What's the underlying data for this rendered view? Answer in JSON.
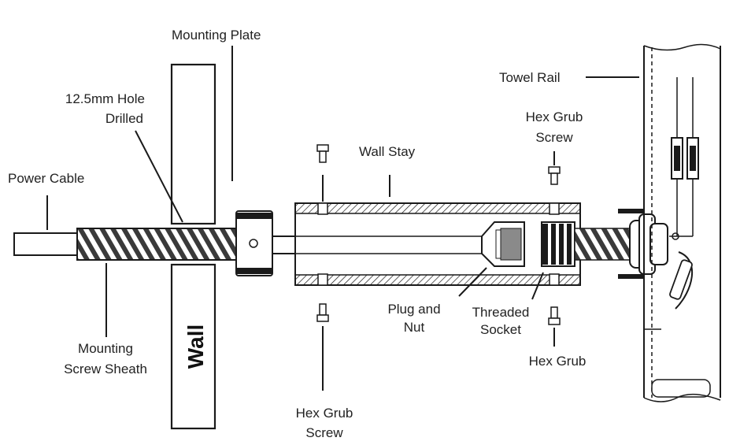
{
  "labels": {
    "mounting_plate": "Mounting Plate",
    "hole_line1": "12.5mm Hole",
    "hole_line2": "Drilled",
    "power_cable": "Power Cable",
    "mounting_sheath_line1": "Mounting",
    "mounting_sheath_line2": "Screw Sheath",
    "wall": "Wall",
    "wall_stay": "Wall Stay",
    "hex_grub_top_line1": "Hex Grub",
    "hex_grub_top_line2": "Screw",
    "towel_rail": "Towel Rail",
    "plug_line1": "Plug and",
    "plug_line2": "Nut",
    "socket_line1": "Threaded",
    "socket_line2": "Socket",
    "hex_grub_right": "Hex Grub",
    "hex_grub_bottom_line1": "Hex Grub",
    "hex_grub_bottom_line2": "Screw"
  }
}
